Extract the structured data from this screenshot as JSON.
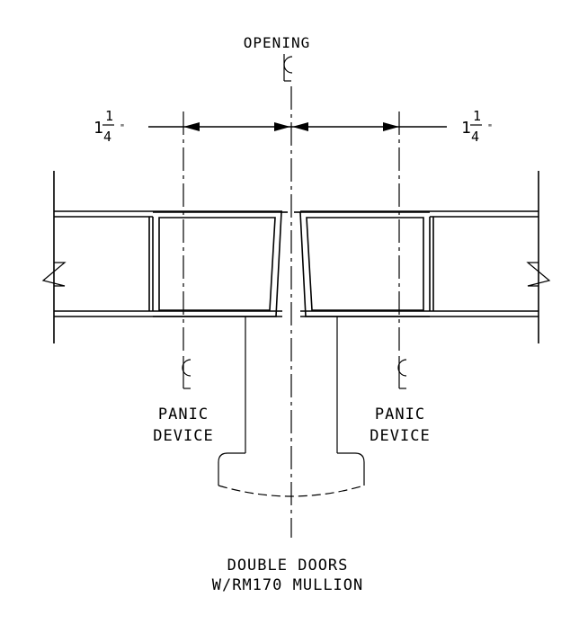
{
  "labels": {
    "opening": "OPENING",
    "centerline_symbol": "CL",
    "dim_left_whole": "1",
    "dim_left_num": "1",
    "dim_left_den": "4",
    "dim_left_unit": "\"",
    "dim_right_whole": "1",
    "dim_right_num": "1",
    "dim_right_den": "4",
    "dim_right_unit": "\"",
    "panic_left_1": "PANIC",
    "panic_left_2": "DEVICE",
    "panic_right_1": "PANIC",
    "panic_right_2": "DEVICE",
    "caption_1": "DOUBLE DOORS",
    "caption_2": "W/RM170 MULLION"
  },
  "dimensions": {
    "left_offset_in": "1 1/4",
    "right_offset_in": "1 1/4"
  },
  "colors": {
    "line": "#000000",
    "background": "#ffffff"
  }
}
